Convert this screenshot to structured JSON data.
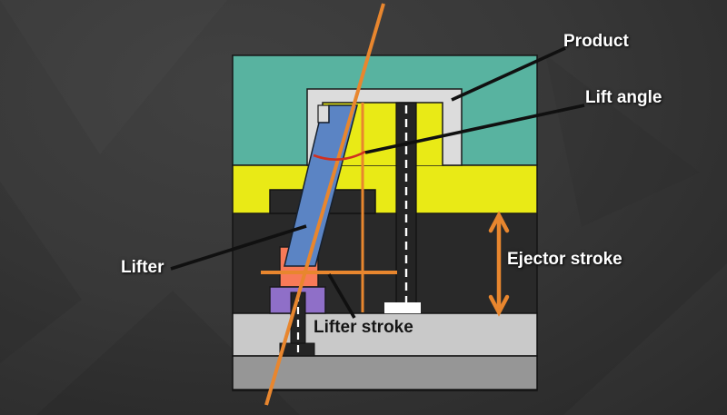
{
  "title": "Mold lifter mechanism diagram",
  "labels": {
    "product": "Product",
    "lift_angle": "Lift angle",
    "lifter": "Lifter",
    "lifter_stroke": "Lifter stroke",
    "ejector_stroke": "Ejector stroke"
  },
  "colors": {
    "teal": "#58b3a0",
    "yellow": "#e9ea16",
    "product_gray": "#dcdcdc",
    "lifter_blue": "#5b84c4",
    "salmon": "#f87a58",
    "purple": "#8f6fc8",
    "orange": "#e8862e",
    "angle_red": "#d03020",
    "plate_light": "#c9c9c9",
    "plate_dark": "#969696",
    "cavity_dark": "#292929",
    "pin_dark": "#242424",
    "annotation_black": "#101010",
    "centerline_white": "#ffffff"
  }
}
